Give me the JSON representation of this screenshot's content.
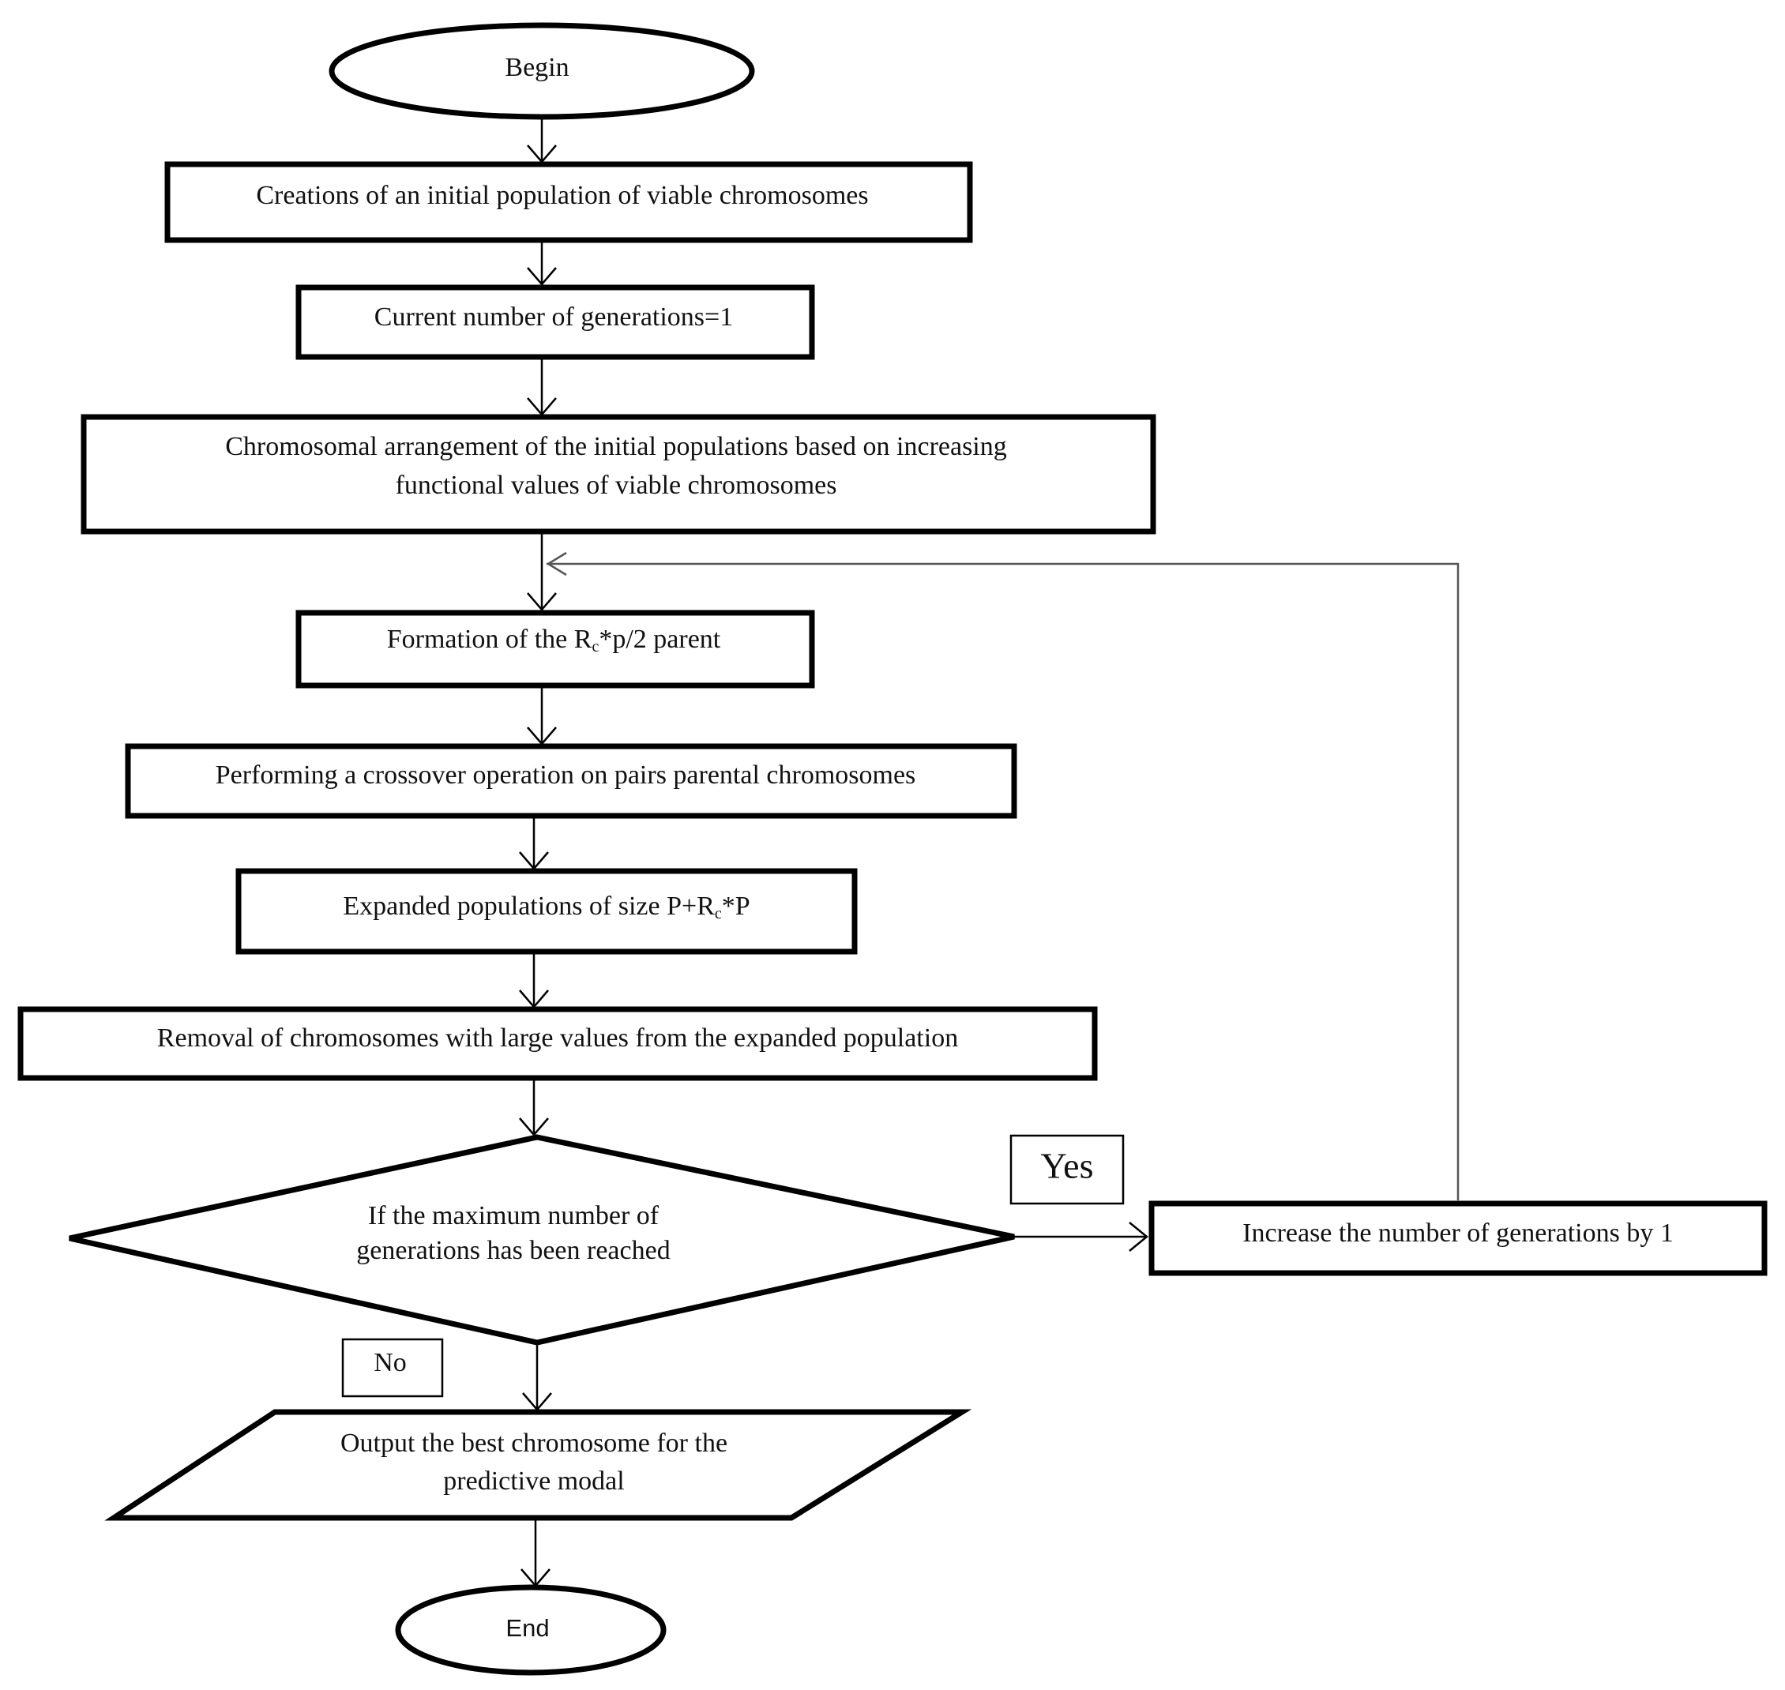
{
  "nodes": {
    "begin": "Begin",
    "init_population": "Creations of an initial population of viable chromosomes",
    "generation_counter": "Current number of generations=1",
    "arrangement_line1": "Chromosomal arrangement of the initial  populations based on increasing",
    "arrangement_line2": "functional values of viable chromosomes",
    "parent_formation_prefix": "Formation of the R",
    "parent_formation_sub": "c",
    "parent_formation_suffix": "*p/2 parent",
    "crossover": "Performing a crossover operation on pairs parental chromosomes",
    "expanded_prefix": "Expanded populations of size P+R",
    "expanded_sub": "c",
    "expanded_suffix": "*P",
    "removal": "Removal of chromosomes with large values from the expanded population",
    "decision_line1": "If the maximum number of",
    "decision_line2": "generations has been reached",
    "increase": "Increase the number of generations by 1",
    "output_line1": "Output the best chromosome for the",
    "output_line2": "predictive modal",
    "end": "End"
  },
  "branch_labels": {
    "yes": "Yes",
    "no": "No"
  }
}
